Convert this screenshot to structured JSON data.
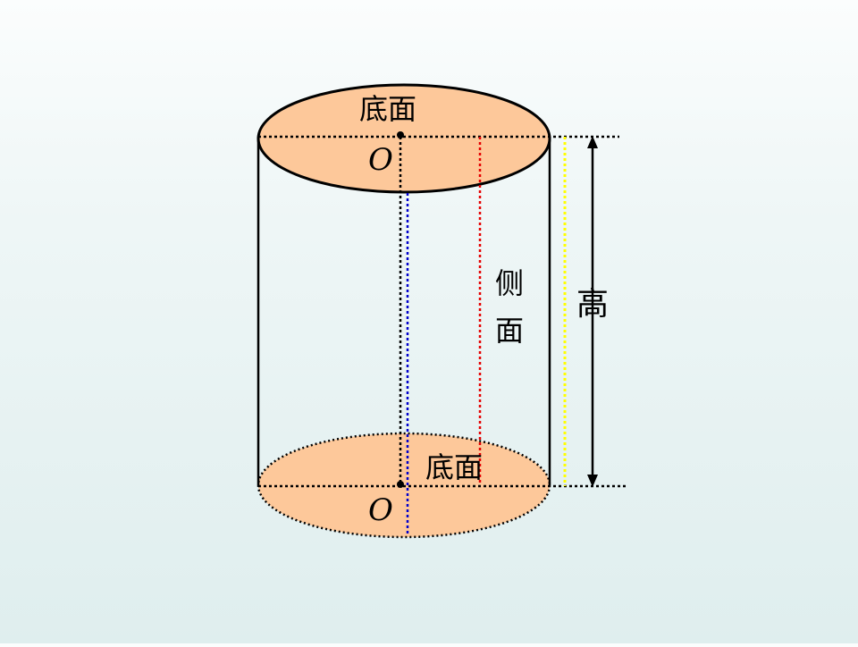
{
  "labels": {
    "top_base": "底面",
    "bottom_base": "底面",
    "top_center": "O",
    "bottom_center": "O",
    "lateral_1": "侧",
    "lateral_2": "面",
    "height": "高"
  },
  "colors": {
    "base_fill": "#fdc89a",
    "outline": "#000000",
    "generatrix": "#e60000",
    "axis": "#0000cc",
    "height_guide": "#ffff00"
  }
}
